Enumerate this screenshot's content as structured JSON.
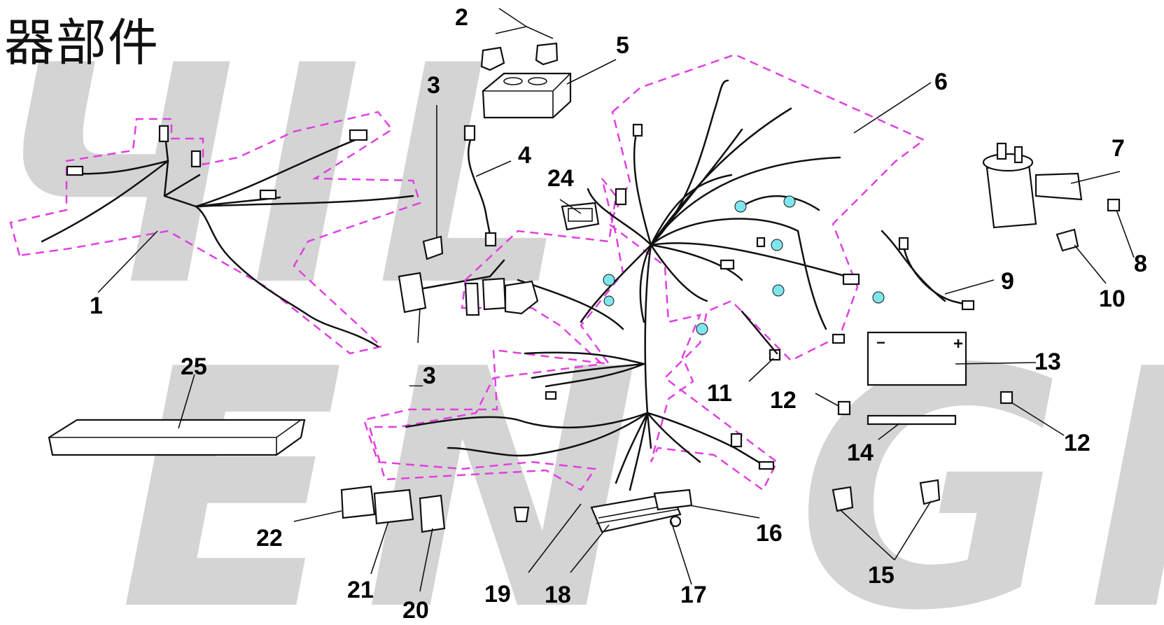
{
  "title": "器部件",
  "watermark": {
    "line1": "ЧIL",
    "line2": "EN GINE",
    "color": "#d4d4d4"
  },
  "colors": {
    "line": "#111111",
    "outline_dash": "#e040e0",
    "connector_dot": "#7fe6ee"
  },
  "callouts": {
    "c1": "1",
    "c2": "2",
    "c3a": "3",
    "c3b": "_3",
    "c4": "4",
    "c5": "5",
    "c6": "6",
    "c7": "7",
    "c8": "8",
    "c9": "9",
    "c10": "10",
    "c11": "11",
    "c12a": "12",
    "c12b": "12",
    "c13": "13",
    "c14": "14",
    "c15": "15",
    "c16": "16",
    "c17": "17",
    "c18": "18",
    "c19": "19",
    "c20": "20",
    "c21": "21",
    "c22": "22",
    "c24": "24",
    "c25": "25"
  },
  "battery": {
    "minus": "−",
    "plus": "+"
  }
}
